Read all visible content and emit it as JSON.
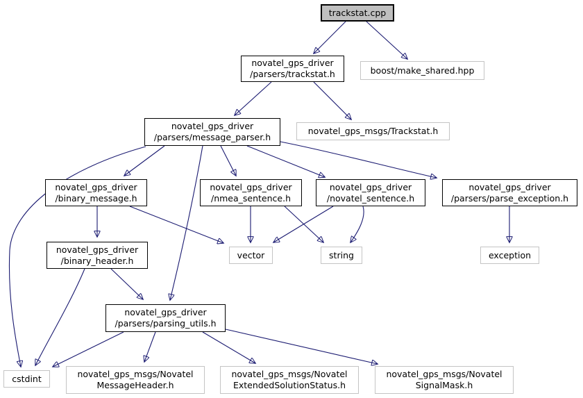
{
  "diagram": {
    "type": "include-dependency-graph",
    "background_color": "#ffffff",
    "edge_color": "#191970",
    "root_node_fill": "#bfbfbf",
    "internal_node_border": "#000000",
    "external_node_border": "#c4c4c4",
    "nodes": {
      "trackstat_cpp": {
        "line1": "trackstat.cpp"
      },
      "parsers_trackstat": {
        "line1": "novatel_gps_driver",
        "line2": "/parsers/trackstat.h"
      },
      "boost_make_shared": {
        "line1": "boost/make_shared.hpp"
      },
      "message_parser": {
        "line1": "novatel_gps_driver",
        "line2": "/parsers/message_parser.h"
      },
      "msgs_trackstat": {
        "line1": "novatel_gps_msgs/Trackstat.h"
      },
      "binary_message": {
        "line1": "novatel_gps_driver",
        "line2": "/binary_message.h"
      },
      "nmea_sentence": {
        "line1": "novatel_gps_driver",
        "line2": "/nmea_sentence.h"
      },
      "novatel_sentence": {
        "line1": "novatel_gps_driver",
        "line2": "/novatel_sentence.h"
      },
      "parse_exception": {
        "line1": "novatel_gps_driver",
        "line2": "/parsers/parse_exception.h"
      },
      "binary_header": {
        "line1": "novatel_gps_driver",
        "line2": "/binary_header.h"
      },
      "vector": {
        "line1": "vector"
      },
      "string": {
        "line1": "string"
      },
      "exception": {
        "line1": "exception"
      },
      "parsing_utils": {
        "line1": "novatel_gps_driver",
        "line2": "/parsers/parsing_utils.h"
      },
      "cstdint": {
        "line1": "cstdint"
      },
      "msg_header": {
        "line1": "novatel_gps_msgs/Novatel",
        "line2": "MessageHeader.h"
      },
      "ext_status": {
        "line1": "novatel_gps_msgs/Novatel",
        "line2": "ExtendedSolutionStatus.h"
      },
      "signal_mask": {
        "line1": "novatel_gps_msgs/Novatel",
        "line2": "SignalMask.h"
      }
    },
    "edges": [
      {
        "from": "trackstat.cpp",
        "to": "novatel_gps_driver/parsers/trackstat.h"
      },
      {
        "from": "trackstat.cpp",
        "to": "boost/make_shared.hpp"
      },
      {
        "from": "novatel_gps_driver/parsers/trackstat.h",
        "to": "novatel_gps_driver/parsers/message_parser.h"
      },
      {
        "from": "novatel_gps_driver/parsers/trackstat.h",
        "to": "novatel_gps_msgs/Trackstat.h"
      },
      {
        "from": "novatel_gps_driver/parsers/message_parser.h",
        "to": "novatel_gps_driver/binary_message.h"
      },
      {
        "from": "novatel_gps_driver/parsers/message_parser.h",
        "to": "novatel_gps_driver/nmea_sentence.h"
      },
      {
        "from": "novatel_gps_driver/parsers/message_parser.h",
        "to": "novatel_gps_driver/novatel_sentence.h"
      },
      {
        "from": "novatel_gps_driver/parsers/message_parser.h",
        "to": "novatel_gps_driver/parsers/parse_exception.h"
      },
      {
        "from": "novatel_gps_driver/parsers/message_parser.h",
        "to": "novatel_gps_driver/parsers/parsing_utils.h"
      },
      {
        "from": "novatel_gps_driver/parsers/message_parser.h",
        "to": "cstdint"
      },
      {
        "from": "novatel_gps_driver/binary_message.h",
        "to": "novatel_gps_driver/binary_header.h"
      },
      {
        "from": "novatel_gps_driver/binary_message.h",
        "to": "vector"
      },
      {
        "from": "novatel_gps_driver/nmea_sentence.h",
        "to": "vector"
      },
      {
        "from": "novatel_gps_driver/nmea_sentence.h",
        "to": "string"
      },
      {
        "from": "novatel_gps_driver/novatel_sentence.h",
        "to": "vector"
      },
      {
        "from": "novatel_gps_driver/novatel_sentence.h",
        "to": "string"
      },
      {
        "from": "novatel_gps_driver/parsers/parse_exception.h",
        "to": "exception"
      },
      {
        "from": "novatel_gps_driver/binary_header.h",
        "to": "cstdint"
      },
      {
        "from": "novatel_gps_driver/binary_header.h",
        "to": "novatel_gps_driver/parsers/parsing_utils.h"
      },
      {
        "from": "novatel_gps_driver/parsers/parsing_utils.h",
        "to": "cstdint"
      },
      {
        "from": "novatel_gps_driver/parsers/parsing_utils.h",
        "to": "novatel_gps_msgs/NovatelMessageHeader.h"
      },
      {
        "from": "novatel_gps_driver/parsers/parsing_utils.h",
        "to": "novatel_gps_msgs/NovatelExtendedSolutionStatus.h"
      },
      {
        "from": "novatel_gps_driver/parsers/parsing_utils.h",
        "to": "novatel_gps_msgs/NovatelSignalMask.h"
      }
    ]
  }
}
